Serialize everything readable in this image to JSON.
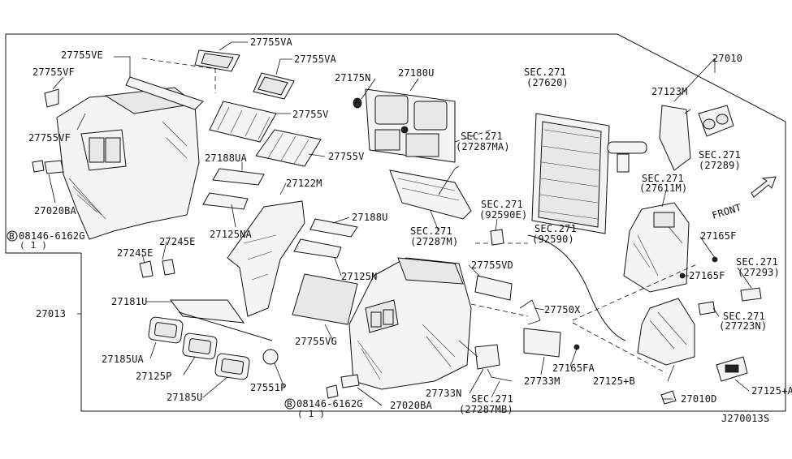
{
  "diagram": {
    "code": "J270013S",
    "labels": {
      "l27010": "27010",
      "l27755VE": "27755VE",
      "l27755VA_1": "27755VA",
      "l27755VA_2": "27755VA",
      "l27755VF_1": "27755VF",
      "l27755VF_2": "27755VF",
      "l27755V_1": "27755V",
      "l27755V_2": "27755V",
      "l27175N": "27175N",
      "l27180U": "27180U",
      "sec271_27620_a": "SEC.271",
      "sec271_27620_b": "(27620)",
      "l27123M": "27123M",
      "sec271_27289_a": "SEC.271",
      "sec271_27289_b": "(27289)",
      "sec271_27287MA_a": "SEC.271",
      "sec271_27287MA_b": "(27287MA)",
      "l27188UA": "27188UA",
      "l27122M": "27122M",
      "l27020BA_1": "27020BA",
      "l27125NA": "27125NA",
      "l27188U": "27188U",
      "sec271_27611M_a": "SEC.271",
      "sec271_27611M_b": "(27611M)",
      "front": "FRONT",
      "bolt1_a": "08146-6162G",
      "bolt1_b": "( 1 )",
      "l27245E_1": "27245E",
      "l27245E_2": "27245E",
      "sec271_92590E_a": "SEC.271",
      "sec271_92590E_b": "(92590E)",
      "sec271_27287M_a": "SEC.271",
      "sec271_27287M_b": "(27287M)",
      "sec271_92590_a": "SEC.271",
      "sec271_92590_b": "(92590)",
      "l27165F_1": "27165F",
      "l27125N": "27125N",
      "l27755VD": "27755VD",
      "sec271_27293_a": "SEC.271",
      "sec271_27293_b": "(27293)",
      "l27165F_2": "27165F",
      "l27013": "27013",
      "l27181U": "27181U",
      "l27750X": "27750X",
      "sec271_27723N_a": "SEC.271",
      "sec271_27723N_b": "(27723N)",
      "l27755VG": "27755VG",
      "l27185UA": "27185UA",
      "l27165FA": "27165FA",
      "l27733M": "27733M",
      "l27125P": "27125P",
      "l27125B": "27125+B",
      "l27125A": "27125+A",
      "l27185U": "27185U",
      "l27551P": "27551P",
      "l27733N": "27733N",
      "sec271_27287MB_a": "SEC.271",
      "sec271_27287MB_b": "(27287MB)",
      "l27010D": "27010D",
      "bolt2_a": "08146-6162G",
      "bolt2_b": "( 1 )",
      "l27020BA_2": "27020BA",
      "bolt_marker": "B"
    }
  }
}
